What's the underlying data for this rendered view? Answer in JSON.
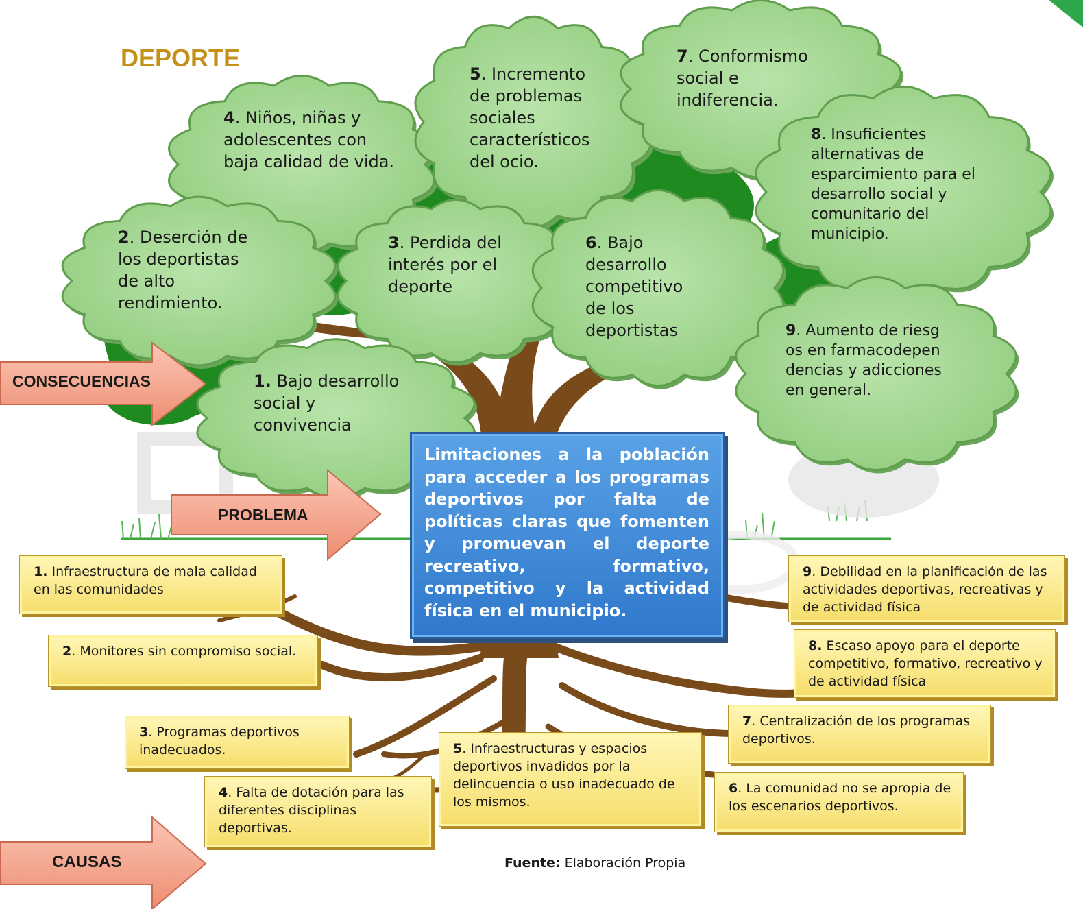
{
  "title": "DEPORTE",
  "labels": {
    "consequences": "CONSECUENCIAS",
    "problem": "PROBLEMA",
    "causes": "CAUSAS"
  },
  "problem": "Limitaciones a la población para acceder a los programas deportivos por falta de políticas claras que fomenten y promuevan el deporte recreativo, formativo, competitivo y la actividad física en el municipio.",
  "consequences": [
    {
      "num": "1.",
      "text": " Bajo desarrollo social y convivencia"
    },
    {
      "num": "2",
      "text": ". Deserción de los deportistas de alto rendimiento."
    },
    {
      "num": "3",
      "text": ". Perdida del interés por el deporte"
    },
    {
      "num": "4",
      "text": ". Niños, niñas y adolescentes con baja calidad de vida."
    },
    {
      "num": "5",
      "text": ". Incremento de problemas sociales característicos del ocio."
    },
    {
      "num": "6",
      "text": ". Bajo desarrollo competitivo de los deportistas"
    },
    {
      "num": "7",
      "text": ". Conformismo social e indiferencia."
    },
    {
      "num": "8",
      "text": ". Insuficientes alternativas de esparcimiento para el desarrollo social y comunitario del municipio."
    },
    {
      "num": "9",
      "text": ". Aumento de riesgos en farmacodependencias y adicciones en general."
    }
  ],
  "causes": [
    {
      "num": "1.",
      "text": " Infraestructura de mala calidad en las comunidades"
    },
    {
      "num": "2",
      "text": ". Monitores sin compromiso social."
    },
    {
      "num": "3",
      "text": ". Programas deportivos inadecuados."
    },
    {
      "num": "4",
      "text": ". Falta de dotación para las diferentes disciplinas deportivas."
    },
    {
      "num": "5",
      "text": ". Infraestructuras y espacios deportivos invadidos por la delincuencia o uso inadecuado de los mismos."
    },
    {
      "num": "6",
      "text": ". La comunidad no se apropia de los escenarios deportivos."
    },
    {
      "num": "7",
      "text": ". Centralización de los programas deportivos."
    },
    {
      "num": "8.",
      "text": " Escaso apoyo para el deporte competitivo, formativo, recreativo y de actividad física"
    },
    {
      "num": "9",
      "text": ". Debilidad en la planificación de las actividades deportivas, recreativas y de actividad física"
    }
  ],
  "source": {
    "label": "Fuente:",
    "text": " Elaboración Propia"
  },
  "colors": {
    "title": "#c39018",
    "cloud_fill": "#a9d99a",
    "cloud_stroke": "#5f9e4d",
    "foliage": "#1f8a1f",
    "trunk": "#7a4b1a",
    "problem_fill": "#3f8ad8",
    "cause_fill": "#f9e27a",
    "arrow_fill": "#f4a48c"
  }
}
